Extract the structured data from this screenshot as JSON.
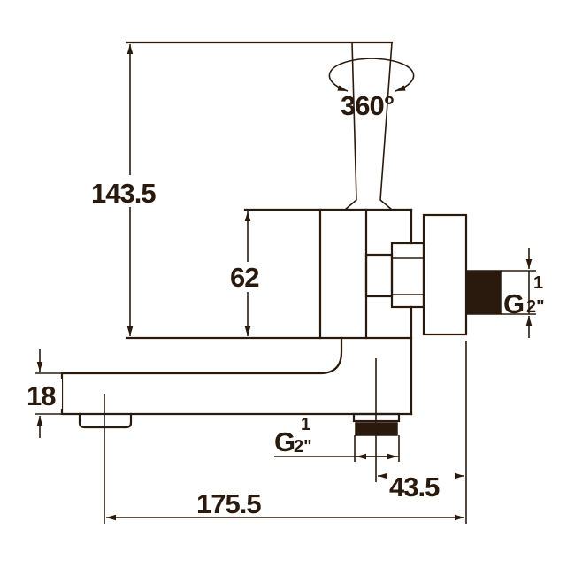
{
  "drawing": {
    "rotation_label": "360°",
    "dimensions": {
      "total_height": "143.5",
      "body_height": "62",
      "spout_thickness": "18",
      "spout_reach": "175.5",
      "outlet_offset": "43.5"
    },
    "threads": {
      "inlet": {
        "letter": "G",
        "numerator": "1",
        "denominator": "2\""
      },
      "outlet": {
        "letter": "G",
        "numerator": "1",
        "denominator": "2\""
      }
    },
    "line_color": "#2a1a0e"
  }
}
